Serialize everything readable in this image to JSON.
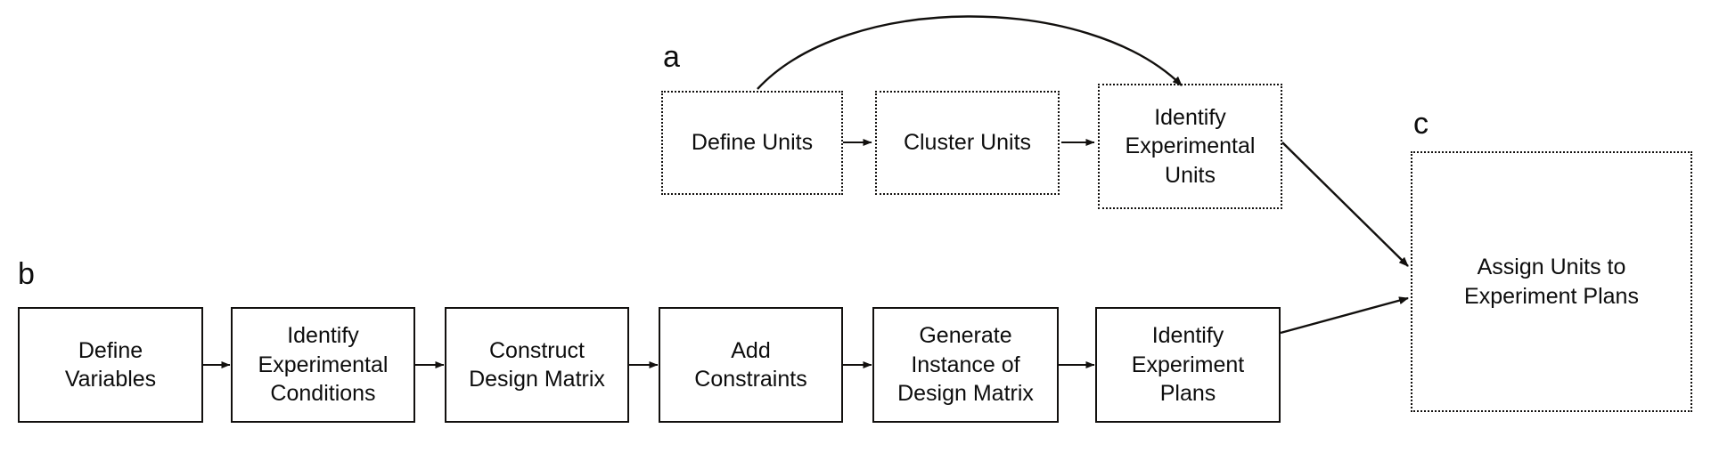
{
  "figure": {
    "background": "#ffffff",
    "stroke_color": "#12100e",
    "text_color": "#0d0d0d"
  },
  "groups": [
    {
      "id": "a",
      "label": "a"
    },
    {
      "id": "b",
      "label": "b"
    },
    {
      "id": "c",
      "label": "c"
    }
  ],
  "group_a": {
    "label": "a",
    "border_style": "dotted",
    "nodes": [
      {
        "id": "define-units",
        "label": "Define Units"
      },
      {
        "id": "cluster-units",
        "label": "Cluster Units"
      },
      {
        "id": "identify-experimental-units",
        "label": "Identify\nExperimental\nUnits"
      }
    ]
  },
  "group_b": {
    "label": "b",
    "border_style": "solid",
    "nodes": [
      {
        "id": "define-variables",
        "label": "Define\nVariables"
      },
      {
        "id": "identify-experimental-conditions",
        "label": "Identify\nExperimental\nConditions"
      },
      {
        "id": "construct-design-matrix",
        "label": "Construct\nDesign Matrix"
      },
      {
        "id": "add-constraints",
        "label": "Add\nConstraints"
      },
      {
        "id": "generate-instance-of-design-matrix",
        "label": "Generate\nInstance of\nDesign Matrix"
      },
      {
        "id": "identify-experiment-plans",
        "label": "Identify\nExperiment\nPlans"
      }
    ]
  },
  "group_c": {
    "label": "c",
    "border_style": "dotted",
    "nodes": [
      {
        "id": "assign-units-to-experiment-plans",
        "label": "Assign Units to\nExperiment Plans"
      }
    ]
  },
  "edges": [
    {
      "id": "a1",
      "from": "define-units",
      "to": "cluster-units",
      "style": "straight-arrow"
    },
    {
      "id": "a2",
      "from": "cluster-units",
      "to": "identify-experimental-units",
      "style": "straight-arrow"
    },
    {
      "id": "a3",
      "from": "define-units",
      "to": "identify-experimental-units",
      "style": "curved-arrow"
    },
    {
      "id": "b1",
      "from": "define-variables",
      "to": "identify-experimental-conditions",
      "style": "straight-arrow"
    },
    {
      "id": "b2",
      "from": "identify-experimental-conditions",
      "to": "construct-design-matrix",
      "style": "straight-arrow"
    },
    {
      "id": "b3",
      "from": "construct-design-matrix",
      "to": "add-constraints",
      "style": "straight-arrow"
    },
    {
      "id": "b4",
      "from": "add-constraints",
      "to": "generate-instance-of-design-matrix",
      "style": "straight-arrow"
    },
    {
      "id": "b5",
      "from": "generate-instance-of-design-matrix",
      "to": "identify-experiment-plans",
      "style": "straight-arrow"
    },
    {
      "id": "c1",
      "from": "identify-experimental-units",
      "to": "assign-units-to-experiment-plans",
      "style": "straight-arrow"
    },
    {
      "id": "c2",
      "from": "identify-experiment-plans",
      "to": "assign-units-to-experiment-plans",
      "style": "straight-arrow"
    }
  ]
}
